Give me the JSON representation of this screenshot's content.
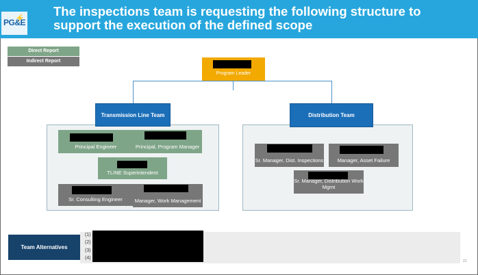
{
  "header": {
    "logo_text": "PG&E",
    "title": "The inspections team is requesting the following structure to support the execution of the defined scope"
  },
  "legend": {
    "direct": "Direct Report",
    "indirect": "Indirect Report"
  },
  "org": {
    "leader": "Program Leader",
    "transmission_team": "Transmission Line Team",
    "distribution_team": "Distribution Team",
    "transmission_roles": [
      "Principal Engineer",
      "Principal, Program Manager",
      "TLINE Superintendent",
      "Sr. Consulting Engineer",
      "Manager, Work Management"
    ],
    "distribution_roles": [
      "Sr. Manager, Dist. Inspections",
      "Manager, Asset Failure",
      "Sr. Manager, Distribution Work Mgmt"
    ]
  },
  "alternatives": {
    "label": "Team Alternatives",
    "items": [
      "(1)",
      "(2)",
      "(3)",
      "(4)"
    ]
  },
  "page_number": "21",
  "colors": {
    "header": "#27a6dd",
    "leader": "#f2a900",
    "team": "#1b6eb8",
    "direct": "#7fa588",
    "indirect": "#777777",
    "alternatives": "#17426a"
  }
}
